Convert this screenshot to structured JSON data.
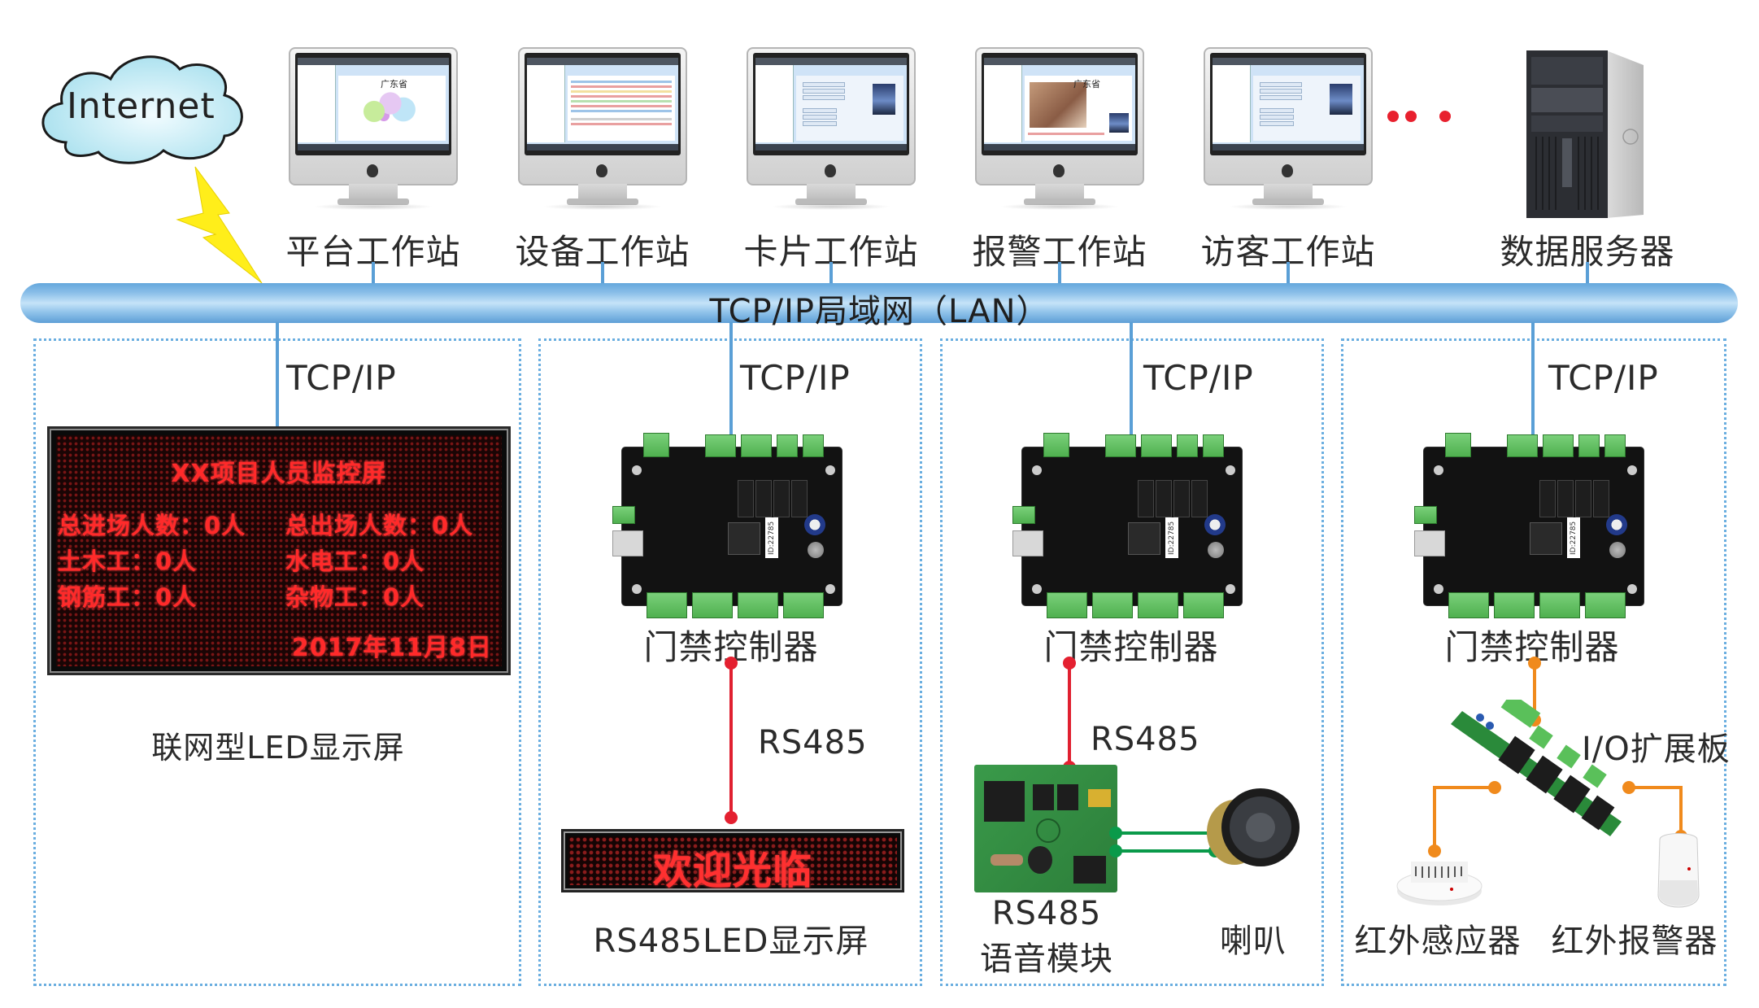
{
  "internet": {
    "label": "Internet"
  },
  "workstations": [
    {
      "label": "平台工作站",
      "screen": "map",
      "map_title": "广东省"
    },
    {
      "label": "设备工作站",
      "screen": "table"
    },
    {
      "label": "卡片工作站",
      "screen": "form"
    },
    {
      "label": "报警工作站",
      "screen": "floorplan",
      "map_title": "广东省"
    },
    {
      "label": "访客工作站",
      "screen": "form"
    }
  ],
  "ellipsis": "•••",
  "server": {
    "label": "数据服务器"
  },
  "lan": {
    "label": "TCP/IP局域网（LAN）"
  },
  "colors": {
    "lan": "#8cc0e9",
    "rs485_line": "#e02030",
    "audio_line": "#0a9a4a",
    "io_line": "#f08a1c",
    "led_text": "#ff2a2a",
    "box_border": "#6aaee0"
  },
  "sections": [
    {
      "link_label": "TCP/IP",
      "device": "led_display",
      "led": {
        "title": "XX项目人员监控屏",
        "rows": [
          [
            "总进场人数：0人",
            "总出场人数：0人"
          ],
          [
            "土木工：0人",
            "水电工：0人"
          ],
          [
            "钢筋工：0人",
            "杂物工：0人"
          ]
        ],
        "date": "2017年11月8日"
      },
      "caption": "联网型LED显示屏"
    },
    {
      "link_label": "TCP/IP",
      "controller_label": "门禁控制器",
      "controller_id": "ID:22785",
      "bus_label": "RS485",
      "led_text": "欢迎光临",
      "caption": "RS485LED显示屏"
    },
    {
      "link_label": "TCP/IP",
      "controller_label": "门禁控制器",
      "controller_id": "ID:22785",
      "bus_label": "RS485",
      "module_label_1": "RS485",
      "module_label_2": "语音模块",
      "speaker_label": "喇叭"
    },
    {
      "link_label": "TCP/IP",
      "controller_label": "门禁控制器",
      "controller_id": "ID:22785",
      "io_label": "I/O扩展板",
      "sensor_label": "红外感应器",
      "alarm_label": "红外报警器"
    }
  ]
}
